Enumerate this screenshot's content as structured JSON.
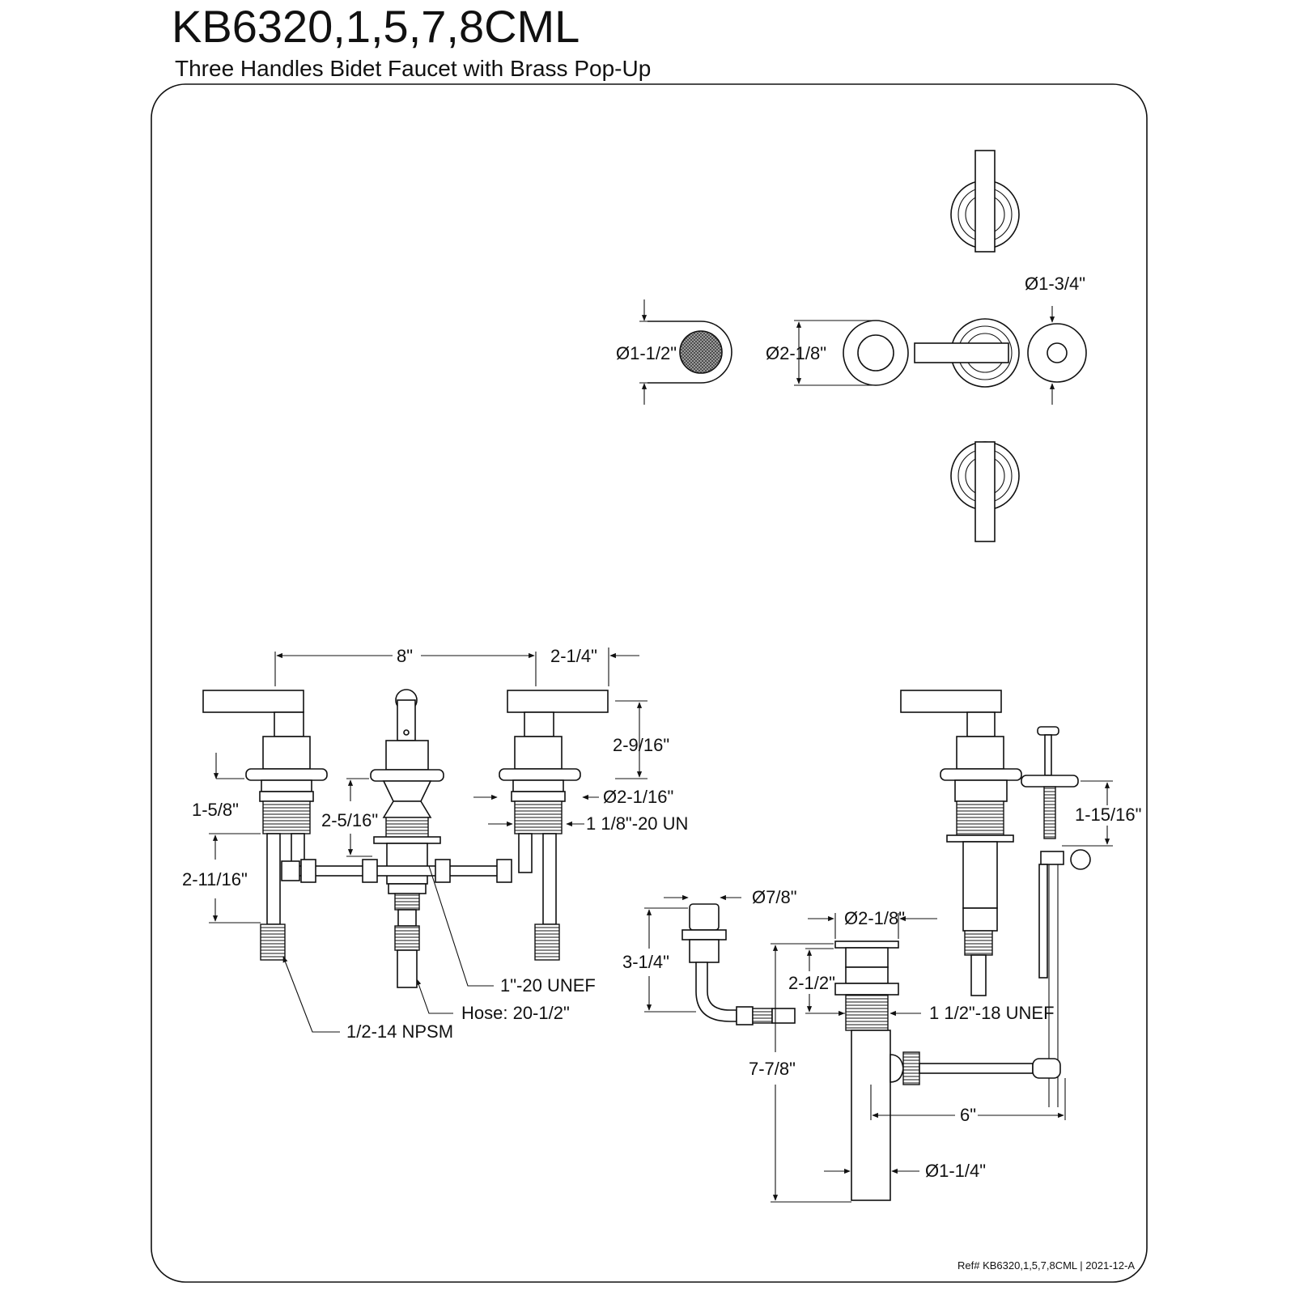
{
  "header": {
    "model": "KB6320,1,5,7,8CML",
    "subtitle": "Three Handles Bidet Faucet with Brass Pop-Up"
  },
  "dimensions": {
    "aerator_dia": "Ø1-1/2\"",
    "spout_dia": "Ø2-1/8\"",
    "escutcheon_dia": "Ø1-3/4\"",
    "spread": "8\"",
    "handle_offset": "2-1/4\"",
    "handle_height": "2-9/16\"",
    "flange_dia": "Ø2-1/16\"",
    "shank_thread": "1 1/8\"-20 UN",
    "handle_shank_len": "1-5/8\"",
    "diverter_shank_len": "2-5/16\"",
    "tail_len": "2-11/16\"",
    "diverter_thread": "1\"-20 UNEF",
    "hose_len": "Hose: 20-1/2\"",
    "supply_thread": "1/2-14 NPSM",
    "spray_dia": "Ø7/8\"",
    "spray_height": "3-1/4\"",
    "drain_flange_dia": "Ø2-1/8\"",
    "drain_top_len": "2-1/2\"",
    "drain_thread": "1 1/2\"-18 UNEF",
    "drain_len": "7-7/8\"",
    "lift_rod_len": "1-15/16\"",
    "lift_offset": "6\"",
    "tail_dia": "Ø1-1/4\""
  },
  "footer": {
    "ref": "Ref# KB6320,1,5,7,8CML | 2021-12-A"
  }
}
